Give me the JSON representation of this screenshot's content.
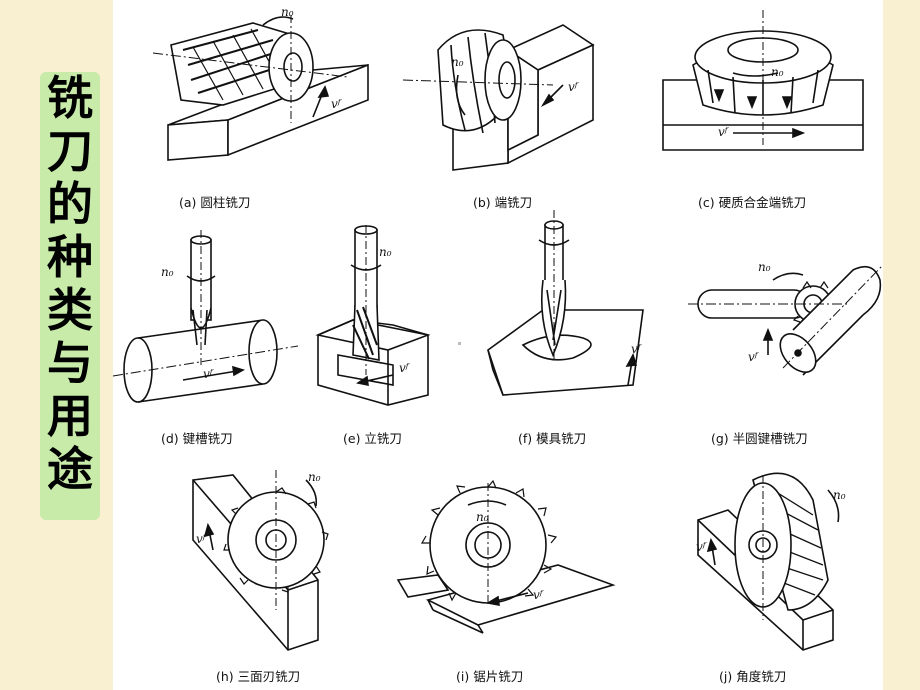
{
  "title_chars": [
    "铣",
    "刀",
    "的",
    "种",
    "类",
    "与",
    "用",
    "途"
  ],
  "symbols": {
    "spindle": "n₀",
    "feed": "vᶠ"
  },
  "figures": [
    {
      "id": "a",
      "caption": "(a) 圆柱铣刀"
    },
    {
      "id": "b",
      "caption": "(b) 端铣刀"
    },
    {
      "id": "c",
      "caption": "(c) 硬质合金端铣刀"
    },
    {
      "id": "d",
      "caption": "(d) 键槽铣刀"
    },
    {
      "id": "e",
      "caption": "(e) 立铣刀"
    },
    {
      "id": "f",
      "caption": "(f) 模具铣刀"
    },
    {
      "id": "g",
      "caption": "(g) 半圆键槽铣刀"
    },
    {
      "id": "h",
      "caption": "(h) 三面刃铣刀"
    },
    {
      "id": "i",
      "caption": "(i) 锯片铣刀"
    },
    {
      "id": "j",
      "caption": "(j) 角度铣刀"
    }
  ],
  "colors": {
    "background": "#f8f0d0",
    "title_box": "#c8ebaa",
    "panel": "#ffffff"
  }
}
